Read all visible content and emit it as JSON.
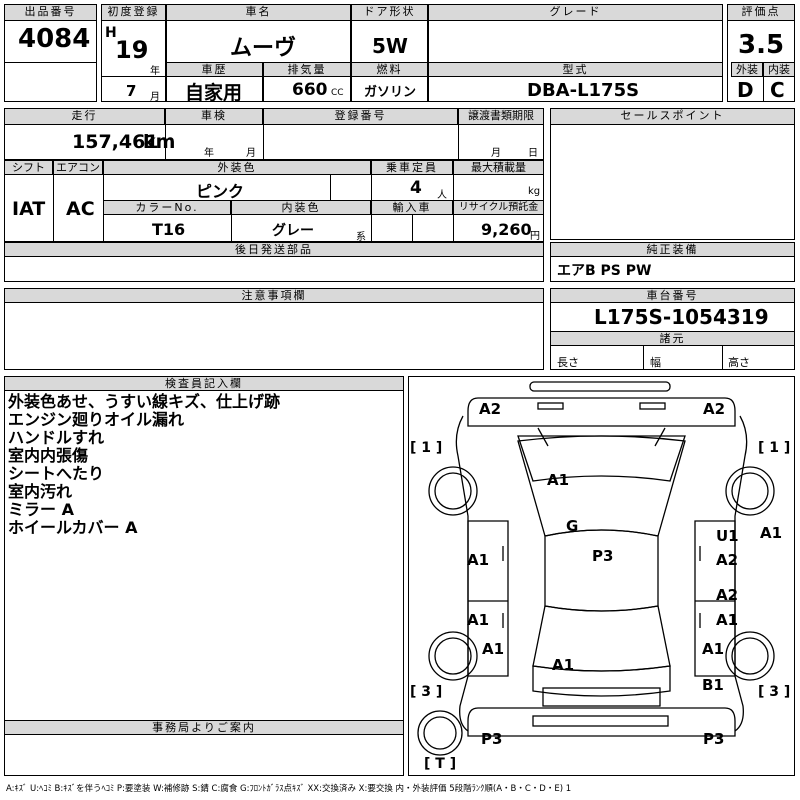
{
  "header": {
    "lot_no_label": "出品番号",
    "lot_no": "4084",
    "first_reg_label": "初度登録",
    "era": "H",
    "year": "19",
    "year_unit": "年",
    "month": "7",
    "month_unit": "月",
    "car_name_label": "車名",
    "car_name": "ムーヴ",
    "door_label": "ドア形状",
    "door": "5W",
    "grade_label": "グレード",
    "grade": "",
    "score_label": "評価点",
    "score": "3.5",
    "history_label": "車歴",
    "history": "自家用",
    "displacement_label": "排気量",
    "displacement": "660",
    "displacement_unit": "CC",
    "fuel_label": "燃料",
    "fuel": "ガソリン",
    "model_label": "型式",
    "model": "DBA-L175S",
    "exterior_label": "外装",
    "exterior": "D",
    "interior_label": "内装",
    "interior": "C"
  },
  "row2": {
    "mileage_label": "走行",
    "mileage": "157,461",
    "mileage_unit": "km",
    "inspection_label": "車検",
    "inspection_year": "年",
    "inspection_month": "月",
    "reg_no_label": "登録番号",
    "transfer_label": "譲渡書類期限",
    "transfer_month": "月",
    "transfer_day": "日",
    "sales_point_label": "セールスポイント"
  },
  "row3": {
    "shift_label": "シフト",
    "shift": "IAT",
    "ac_label": "エアコン",
    "ac": "AC",
    "ext_color_label": "外装色",
    "ext_color": "ピンク",
    "capacity_label": "乗車定員",
    "capacity": "4",
    "capacity_unit": "人",
    "max_load_label": "最大積載量",
    "max_load_unit": "kg",
    "color_no_label": "カラーNo.",
    "color_no": "T16",
    "int_color_label": "内装色",
    "int_color": "グレー",
    "int_color_suffix": "系",
    "import_label": "輸入車",
    "recycle_label": "リサイクル預託金",
    "recycle": "9,260",
    "recycle_unit": "円"
  },
  "later_parts_label": "後日発送部品",
  "genuine_label": "純正装備",
  "genuine": "エアB PS PW",
  "notes_label": "注意事項欄",
  "chassis_label": "車台番号",
  "chassis": "L175S-1054319",
  "dims_label": "諸元",
  "length_label": "長さ",
  "width_label": "幅",
  "height_label": "高さ",
  "inspector_label": "検査員記入欄",
  "inspector_notes": [
    "外装色あせ、うすい線キズ、仕上げ跡",
    "エンジン廻りオイル漏れ",
    "ハンドルすれ",
    "室内内張傷",
    "シートへたり",
    "室内汚れ",
    "ミラー A",
    "ホイールカバー A"
  ],
  "office_label": "事務局よりご案内",
  "diagram": {
    "marks": [
      "A2",
      "A2",
      "A1",
      "G",
      "U1",
      "A1",
      "A1",
      "A2",
      "P3",
      "A1",
      "A2",
      "A1",
      "A1",
      "A1",
      "A1",
      "B1",
      "P3",
      "P3"
    ],
    "tires": [
      "[ 1 ]",
      "[ 1 ]",
      "[ 3 ]",
      "[ 3 ]",
      "[ T ]"
    ]
  },
  "legend": "A:ｷｽﾞ U:ﾍｺﾐ B:ｷｽﾞを伴うﾍｺﾐ P:要塗装 W:補修跡 S:錆 C:腐食 G:ﾌﾛﾝﾄｶﾞﾗｽ点ｷｽﾞ XX:交換済み X:要交換 内・外装評価 5段階ﾗﾝｸ順(A・B・C・D・E) 1"
}
